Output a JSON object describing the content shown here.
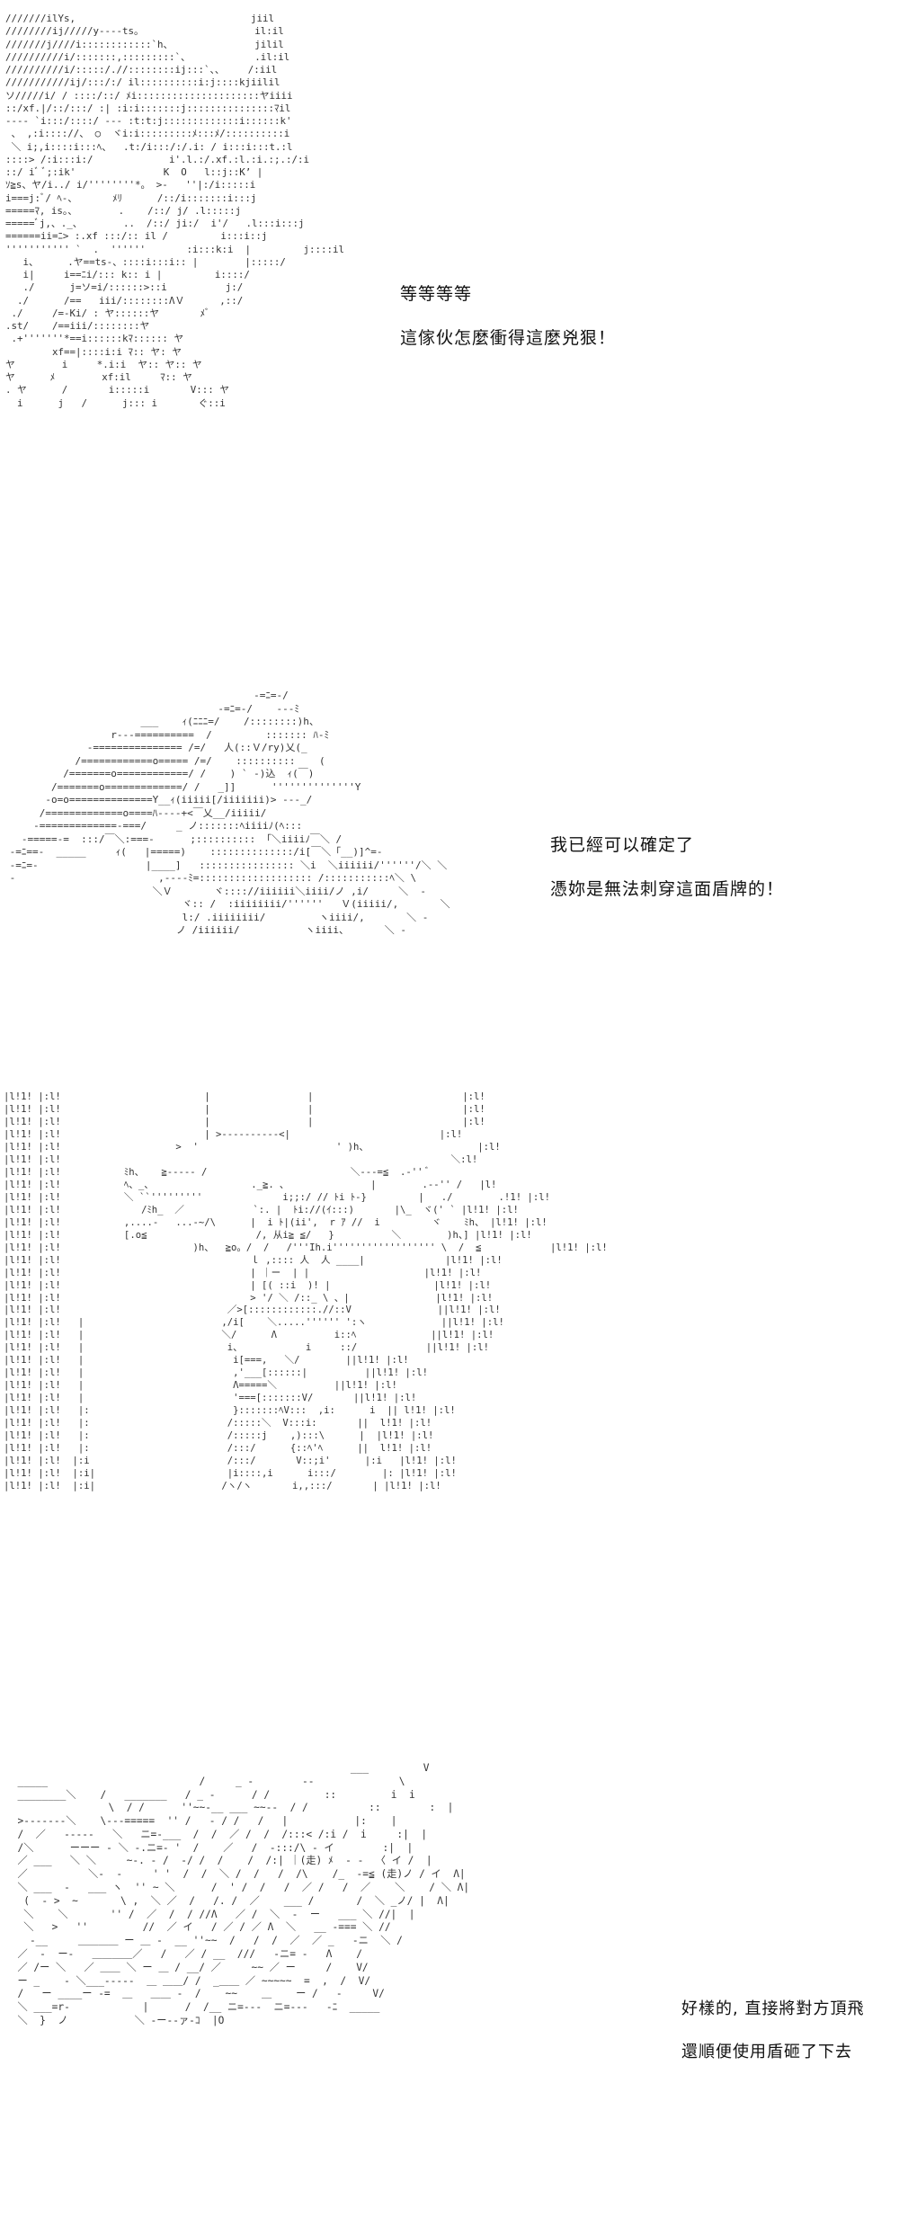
{
  "panels": [
    {
      "dialog": [
        "等等等等",
        "這傢伙怎麼衝得這麼兇狠！"
      ],
      "art": "///////ilYs,                              jiil\n////////ij/////y----ts。                   il:il\n///////j////i::::::::::::`h、              jilil\n//////////i/:::::::,:::::::::`、           .il:il\n//////////i/:::::/.//::::::::ij:::`、、    /:iil\n///////////ij/:::/:/ il::::::::::i:j::::kjiilil\nソ/////i/ / ::::/::/ ﾒi:::::::::::::::::::::ヤiiii\n::/xf.|/::/:::/ :| :i:i:::::::j:::::::::::::::ﾏil\n---- `i:::/::::/ --- :t:t:j:::::::::::::i::::::k'\n 、 ,:i:::://、 ○  ヾi:i:::::::::ﾒ:::ﾒ/::::::::::i\n ＼ i;,i::::i:::ﾍ、  .t:/i:::/:/.i: / i:::i:::t.:l\n::::> /:i:::i:/             i'.l.:/.xf.:l.:i.:;.:/:i\n::/ iﾞ ﾞ;:ik'               K  O   l::j::K’ |\nｿ≧s、ヤ/i../ i/''''''''*。 >-   ''|:/i:::::i\ni===j:ﾞ/ ﾍ-、      ﾒﾘ      /::/i:::::::i:::j\n=====ﾏ, is。、       .    /::/ j/ .l:::::j\n=====ﾞj,、._、       ..  /::/ ji:/  i'/   .l:::i:::j\n======ii=ﾆ> :.xf :::/:: il /         i:::i::j\n''''''''''' `  .  ''''''       :i:::k:i  |         j::::il\n   i、     .ヤ==ts-、::::i:::i:: |        |:::::/\n   i|     i==ﾆi/::: k:: i |         i::::/\n   ./      j=ソ=i/::::::>::i          j:/\n  ./      /==   iii/::::::::ΛＶ      ,::/\n ./     /=-Ki/ : ヤ::::::ヤ       ﾒﾞ\n.st/    /==iii/::::::::ヤ\n .+'''''''*==i::::::kﾏ:::::: ヤ\n        xf==|::::i:i ﾏ:: ヤ: ヤ\nヤ        i     *.i:i  ヤ:: ヤ:: ヤ\nヤ      ﾒ        xf:il     ﾏ:: ヤ\n. ヤ      /       i:::::i       V::: ヤ\n  i      j   /      j::: i       ぐ::i"
    },
    {
      "dialog": [
        "我已經可以確定了",
        "憑妳是無法刺穿這面盾牌的！"
      ],
      "art": "                                          -=ﾆ=-/\n                                    -=ﾆ=-/    ---ﾐ\n                       ___    ｨ(ﾆﾆﾆ=/    /::::::::)h、\n                  r---==========  /         ::::::: ﾊ-ﾐ\n              -=============== /=/   人(::Ｖ/ry)乂(_\n            /============o===== /=/    ::::::::::    (\n          /=======o============/ /    ) ` -)込  ｨ(￣)\n        /=======o=============/ /   _]]      ''''''''''''''Y\n       -o=o==============Y__ｨ(iiiii[/iiiiiii)> ---_/\n      /=============o====ﾊ----+<￣乂__/iiiii/\n     -=============-===/     _ ノ:::::::ﾍiiiiﾉ(ﾍ:::\n   -=====-=  :::/￣＼:===-      ;:::::::::: 「＼iiiiﾉ￣＼ /\n -=ﾆ==-  _____     ｨ(   |=====)    ::::::::::::::/i[￣＼「__)]^=-\n -=ﾆ=-                  |____]   :::::::::::::::: ＼i  ＼iiiiii/''''''/＼ ＼\n -                        ,----ﾐ=::::::::::::::::::: /:::::::::::ﾍ＼ \\\n                         ＼Ｖ       ヾ:::://iiiiii＼iiii/ノ ,i/     ＼  -\n                              ヾ:: /  :iiiiiiii/''''''   Ｖ(iiiii/,       ＼\n                              l:/ .iiiiiiii/         ヽiiii/,       ＼ -\n                             ノ /iiiiii/           ヽiiii、      ＼ -"
    },
    {
      "art": "|l!1! |:l!                         |                 |                          |:l!\n|l!1! |:l!                         |                 |                          |:l!\n|l!1! |:l!                         |                 |                          |:l!\n|l!1! |:l!                         | >----------<|                          |:l!\n|l!1! |:l!                    >  '                        ' )h、                   |:l!\n|l!1! |:l!                                                                    ＼:l!\n|l!1! |:l!           ﾐh、   ≧----- /                         ＼---=≦  .-'' ﾞ\n|l!1! |:l!           ﾍ、_、                 ._≧. ､               |        .--'' /   |l!\n|l!1! |:l!           ＼ ``'''''''''              i;;:/ // ﾄi ﾄ-}         |   ./        .!1! |:l!\n|l!1! |:l!              /ﾐh_  ／            `:. |  ﾄi://(ｲ:::)       |\\_  ヾ(' ` |l!1! |:l!\n|l!1! |:l!           ,....-   ...-~/\\      |  i ﾄ|(ii',  r ｱ //  i         ヾ    ﾐh、 |l!1! |:l!\n|l!1! |:l!           [.o≦                   /, 从i≧ ≦/   }          ＼        )h、] |l!1! |:l!\n|l!1! |:l!                       )h、  ≧o。/  /   /'''Ih.i'''''''''''''''''' \\  /  ≦            |l!1! |:l!\n|l!1! |:l!                                 ｌ ,:::: 人  人 ____|              |l!1! |:l!\n|l!1! |:l!                                 | ｜ー  | |                    |l!1! |:l!\n|l!1! |:l!                                 | [( ::i  )! |                  |l!1! |:l!\n|l!1! |:l!                                 > '/ ＼ /::_ \\ 、|               |l!1! |:l!\n|l!1! |:l!                             ／>[::::::::::::.//::V               ||l!1! |:l!\n|l!1! |:l!   |                        ,/i[    ＼.....'''''' ':ヽ             ||l!1! |:l!\n|l!1! |:l!   |                        ＼/      Λ          i::ﾍ             ||l!1! |:l!\n|l!1! |:l!   |                         i、           i     ::/            ||l!1! |:l!\n|l!1! |:l!   |                          i[===,   ＼/        ||l!1! |:l!\n|l!1! |:l!   |                          ,'___[::::::|          ||l!1! |:l!\n|l!1! |:l!   |                          Λ=====＼          ||l!1! |:l!\n|l!1! |:l!   |                          '===[:::::::V/       ||l!1! |:l!\n|l!1! |:l!   |:                         }:::::::ﾍV:::  ,i:      i  || l!1! |:l!\n|l!1! |:l!   |:                        /:::::＼  V:::i:       ||  l!1! |:l!\n|l!1! |:l!   |:                        /:::::j    ,):::\\      |  |l!1! |:l!\n|l!1! |:l!   |:                        /:::/      {::ﾍ'ﾍ      ||  l!1! |:l!\n|l!1! |:l!  |:i                        /:::/       V::;i'      |:i   |l!1! |:l!\n|l!1! |:l!  |:i|                       |i::::,i      i:::/        |: |l!1! |:l!\n|l!1! |:l!  |:i|                      /ヽ/ヽ       i,,:::/       | |l!1! |:l!"
    },
    {
      "dialog": [
        "好樣的, 直接將對方頂飛",
        "還順便使用盾砸了下去"
      ],
      "art": "                                                         ___         V\n  _____                         /     _ -        --              \\\n  ________＼    /   _______   / _ -      / /         ::         i  i\n                 \\  / /      ''~~-__ ___ ~~--  / /          ::        :  |\n  >-------＼    \\---=====  '' /   - / /   /   |           |:    |\n  /  ／   -----   ＼   ニ=-___  /  /  ／ /  /  /:::< /:i /  i     :|  |\n  /＼      ーーー - ＼ -.ニ=- '  /    ／   /  -:::/\\ - イ        :|  |\n  ／ ___   ＼ ＼     ~-. - /  -/ /  /    /  /:| ｜(走) ﾒ  - -  〈 イ /  |\n  ／          ＼-  -     ' '  /  /  ＼ /  /   /  /\\    /_  -=≦ (走)ノ / イ  Λ|\n  ＼ ___  -   ___ ヽ  '' ~ ＼      /  ' /  /   /  ／ /   /  ／    ＼    / ＼ Λ|\n   (  - >  ~       \\ ,  ＼ ／  /   /. /  ／    ___ /       /  ＼ _ノ/ |  Λ|\n   ＼    ＼       '' /  ／  /  / //Λ   ／ /  ＼  -  ー   ___ ＼ //|  |\n   ＼   >   ''         //  ／ イ   / ／ / ／ Λ  ＼   __ -=== ＼ //\n    -__     ＿＿＿＿ ー ＿ -  __ ''~~  /   /  /  ／  ／ _   -ニ  ＼ /\n  ／  -  ー-   ＿＿＿＿／   /   ／ / __  ///   -ニ= -   Λ    /\n  ／ /ー ＼   ／ ＿＿ ＼ ー ＿ / __/ ／     ~~ ／ ー     /    V/\n  ー _    - ＼___-----  ＿ ＿＿/ /  _＿＿ ／ ~~~~~  =  ,  /  V/\n  /   ー ____ー -=  ＿   ＿＿ -  /    ~~    ＿    ー /   -     V/\n  ＼ ___=r-            |      /  /__ ニ=---  ニ=---   -ﾆ  _____\n  ＼  }  ノ           ＼ -ー--ァ-ｺ  |O"
    }
  ]
}
